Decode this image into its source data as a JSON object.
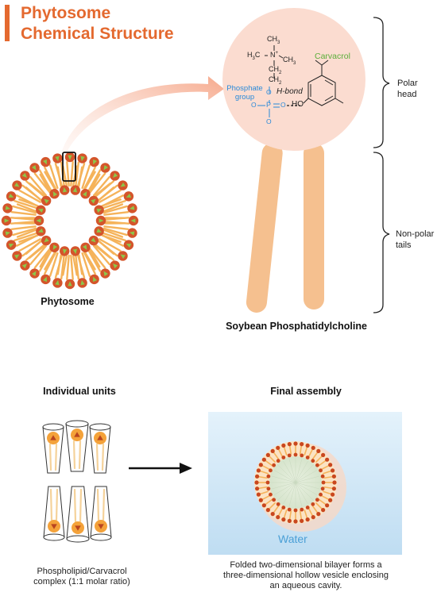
{
  "title": {
    "line1": "Phytosome",
    "line2": "Chemical Structure"
  },
  "phytosome_label": "Phytosome",
  "molecule": {
    "ch3_top": "CH",
    "ch3_top_sub": "3",
    "h3c": "H",
    "h3c_sub": "3",
    "h3c_c": "C",
    "n_plus": "N",
    "ch3_right": "CH",
    "ch3_right_sub": "3",
    "ch2_a": "CH",
    "ch2_a_sub": "2",
    "ch2_b": "CH",
    "ch2_b_sub": "2",
    "phosphate_label_1": "Phosphate",
    "phosphate_label_2": "group",
    "o_top": "O",
    "o_left": "O",
    "p": "P",
    "o_right": "O",
    "o_bottom": "O",
    "hbond": "H-bond",
    "ho": "HO",
    "carvacrol": "Carvacrol"
  },
  "side_labels": {
    "polar_1": "Polar",
    "polar_2": "head",
    "nonpolar_1": "Non-polar",
    "nonpolar_2": "tails"
  },
  "soy_label": "Soybean Phosphatidylcholine",
  "individual_units": "Individual units",
  "final_assembly": "Final assembly",
  "water": "Water",
  "left_caption": {
    "line1": "Phospholipid/Carvacrol",
    "line2": "complex (1:1 molar ratio)"
  },
  "right_caption": {
    "line1": "Folded two-dimensional bilayer forms a",
    "line2": "three-dimensional hollow vesicle enclosing",
    "line3": "an aqueous cavity."
  },
  "colors": {
    "accent": "#E4692F",
    "head": "#D4552B",
    "tail": "#F5B35A",
    "triangle": "#8CC64A",
    "circle_bg": "#FBDCD0",
    "tail_big": "#F5C08F",
    "phosphate_blue": "#2A8AD9",
    "carvacrol_green": "#5BAE3A",
    "water_blue": "#4A9FD6"
  }
}
